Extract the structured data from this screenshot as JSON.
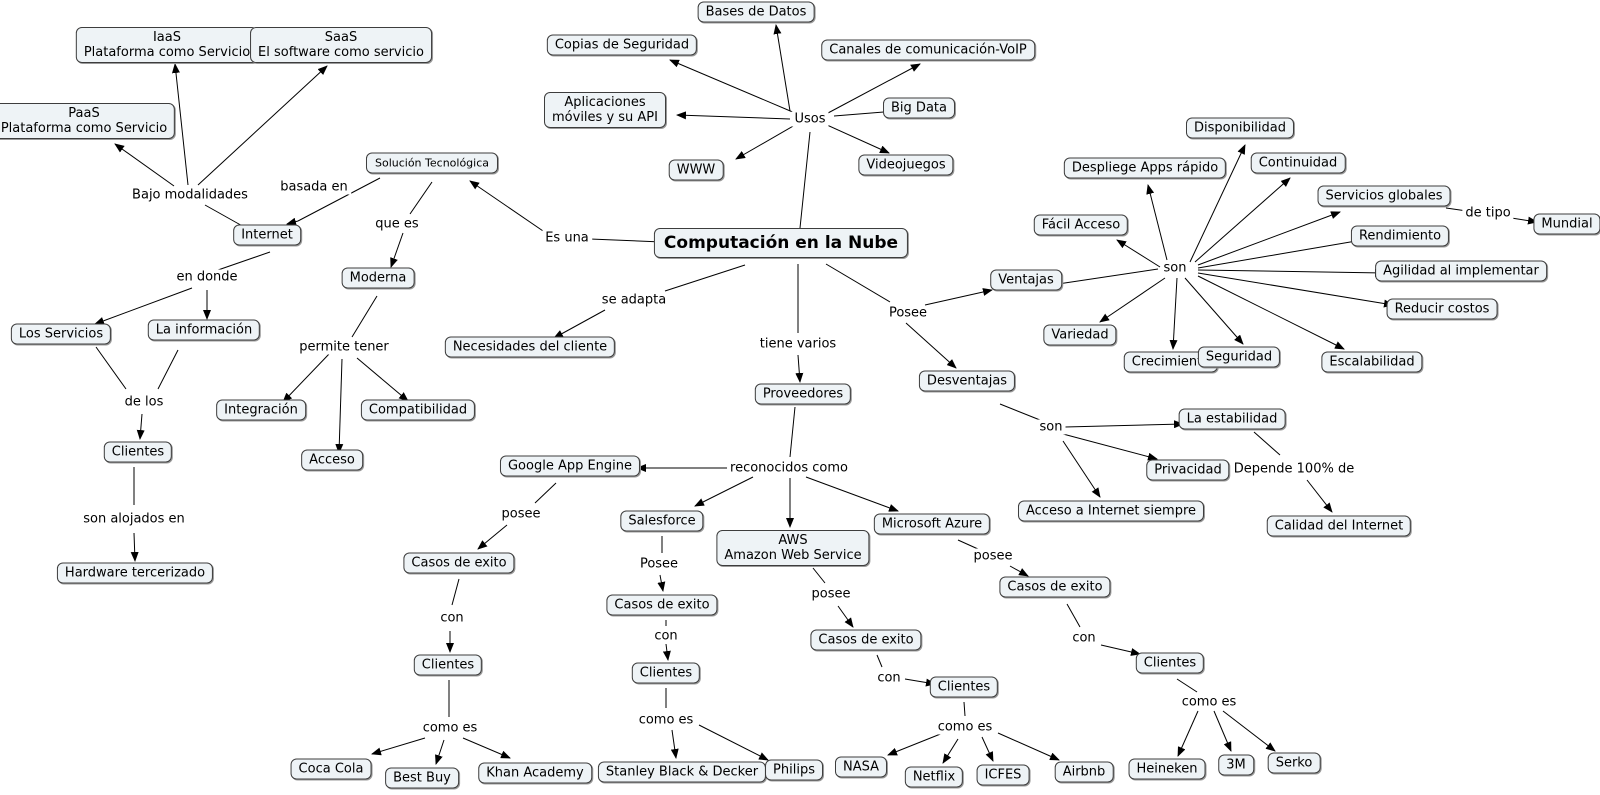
{
  "concepts": {
    "computacion": "Computación en la Nube",
    "bases_datos": "Bases de Datos",
    "copias": "Copias de Seguridad",
    "canales": "Canales de comunicación-VoIP",
    "apps_movil": [
      "Aplicaciones",
      "móviles y su API"
    ],
    "big_data": "Big Data",
    "www": "WWW",
    "videojuegos": "Videojuegos",
    "solucion": "Solución Tecnológica",
    "moderna": "Moderna",
    "integracion": "Integración",
    "acceso": "Acceso",
    "compatibilidad": "Compatibilidad",
    "internet": "Internet",
    "iaas": [
      "IaaS",
      "Plataforma como Servicio"
    ],
    "saas": [
      "SaaS",
      "El software como servicio"
    ],
    "paas": [
      "PaaS",
      "Plataforma como Servicio"
    ],
    "los_servicios": "Los Servicios",
    "la_informacion": "La información",
    "clientes_left": "Clientes",
    "hardware": "Hardware tercerizado",
    "necesidades": "Necesidades del cliente",
    "proveedores": "Proveedores",
    "ventajas": "Ventajas",
    "desventajas": "Desventajas",
    "disponibilidad": "Disponibilidad",
    "despliege": "Despliege Apps rápido",
    "continuidad": "Continuidad",
    "servicios_globales": "Servicios globales",
    "mundial": "Mundial",
    "facil_acceso": "Fácil Acceso",
    "rendimiento": "Rendimiento",
    "agilidad": "Agilidad al implementar",
    "reducir": "Reducir costos",
    "variedad": "Variedad",
    "crecimiento": "Crecimiento",
    "seguridad": "Seguridad",
    "escalabilidad": "Escalabilidad",
    "estabilidad": "La estabilidad",
    "privacidad": "Privacidad",
    "acceso_internet": "Acceso a Internet siempre",
    "calidad": "Calidad del Internet",
    "google": "Google App Engine",
    "salesforce": "Salesforce",
    "aws": [
      "AWS",
      "Amazon Web Service"
    ],
    "azure": "Microsoft Azure",
    "casos_google": "Casos de exito",
    "casos_sales": "Casos de exito",
    "casos_aws": "Casos de exito",
    "casos_azure": "Casos de exito",
    "clientes_google": "Clientes",
    "clientes_sales": "Clientes",
    "clientes_aws": "Clientes",
    "clientes_azure": "Clientes",
    "coca_cola": "Coca Cola",
    "best_buy": "Best Buy",
    "khan": "Khan Academy",
    "stanley": "Stanley Black & Decker",
    "philips": "Philips",
    "nasa": "NASA",
    "netflix": "Netflix",
    "icfes": "ICFES",
    "airbnb": "Airbnb",
    "heineken": "Heineken",
    "tres_m": "3M",
    "serko": "Serko"
  },
  "links": {
    "usos": "Usos",
    "es_una": "Es una",
    "basada_en": "basada en",
    "que_es": "que es",
    "permite_tener": "permite tener",
    "bajo_modalidades": "Bajo modalidades",
    "en_donde": "en donde",
    "de_los": "de los",
    "son_alojados": "son alojados en",
    "se_adapta": "se adapta",
    "tiene_varios": "tiene varios",
    "posee_main": "Posee",
    "son_ventajas": "son",
    "de_tipo": "de tipo",
    "son_desventajas": "son",
    "depende": "Depende 100% de",
    "reconocidos": "reconocidos como",
    "posee_google": "posee",
    "posee_sales": "Posee",
    "posee_aws": "posee",
    "posee_azure": "posee",
    "con_google": "con",
    "con_sales": "con",
    "con_aws": "con",
    "con_azure": "con",
    "como_google": "como es",
    "como_sales": "como es",
    "como_aws": "como es",
    "como_azure": "como es"
  }
}
